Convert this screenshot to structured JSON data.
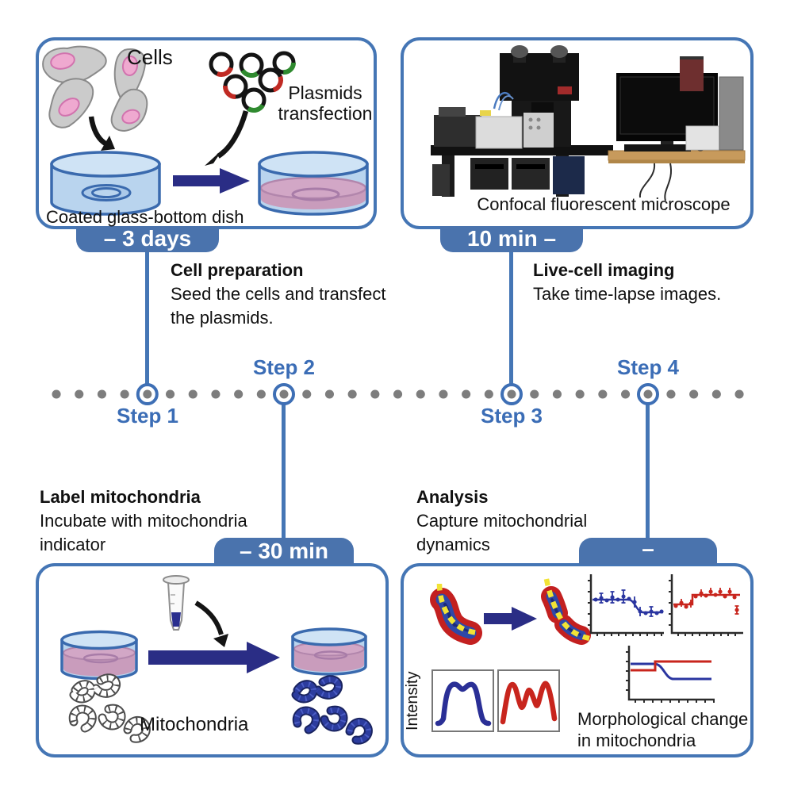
{
  "figure": {
    "type": "protocol-timeline-diagram"
  },
  "colors": {
    "panel_border": "#4576b5",
    "tab_fill": "#4a73ad",
    "step_text": "#3b6db6",
    "timeline_dot": "#7d7d7d",
    "navy_arrow": "#2a2d85",
    "dish_blue": "#b9d4ee",
    "medium_pink": "#c99cbc",
    "mito_red": "#c32020",
    "mito_blue": "#2e48a8",
    "trace_blue": "#2a2f96",
    "trace_red": "#c8251d",
    "plasmid_green": "#2f8a2f",
    "indicator_yellow": "#f2e335"
  },
  "panels": {
    "cell_prep": {
      "cells_label": "Cells",
      "plasmids_label_line1": "Plasmids",
      "plasmids_label_line2": "transfection",
      "caption": "Coated glass-bottom dish",
      "duration": "– 3 days"
    },
    "imaging": {
      "caption": "Confocal fluorescent microscope",
      "duration": "10 min –"
    },
    "label_mito": {
      "duration": "– 30 min",
      "mitochondria_label": "Mitochondria"
    },
    "analysis": {
      "duration": "–",
      "intensity_label": "Intensity",
      "caption_line1": "Morphological change",
      "caption_line2": "in mitochondria"
    }
  },
  "timeline": {
    "steps": [
      {
        "label": "Step 1",
        "annotation_title": "Cell preparation",
        "annotation_line1": "Seed the cells and transfect",
        "annotation_line2": "the plasmids."
      },
      {
        "label": "Step 2",
        "annotation_title": "Label mitochondria",
        "annotation_line1": "Incubate with mitochondria",
        "annotation_line2": "indicator"
      },
      {
        "label": "Step 3",
        "annotation_title": "Live-cell imaging",
        "annotation_line1": "Take time-lapse images.",
        "annotation_line2": ""
      },
      {
        "label": "Step 4",
        "annotation_title": "Analysis",
        "annotation_line1": "Capture mitochondrial",
        "annotation_line2": "dynamics"
      }
    ]
  }
}
